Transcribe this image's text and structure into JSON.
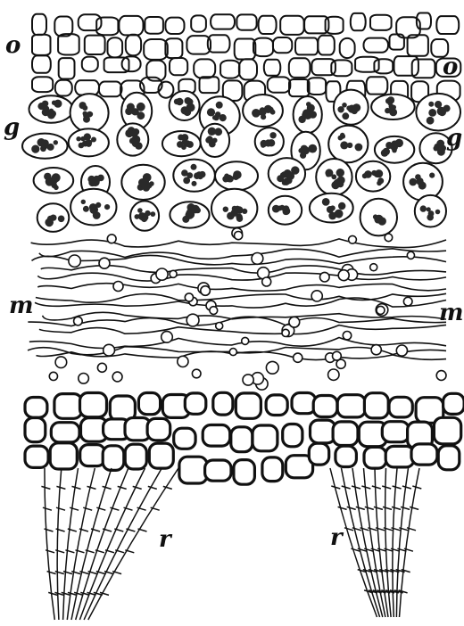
{
  "labels": {
    "o_left": "o",
    "o_right": "o",
    "g_left": "g",
    "g_right": "g",
    "m_left": "m",
    "m_right": "m",
    "r_left": "r",
    "r_right": "r"
  },
  "colors": {
    "ink": "#111111",
    "paper": "#ffffff",
    "gonidia": "#2a2a2a"
  }
}
